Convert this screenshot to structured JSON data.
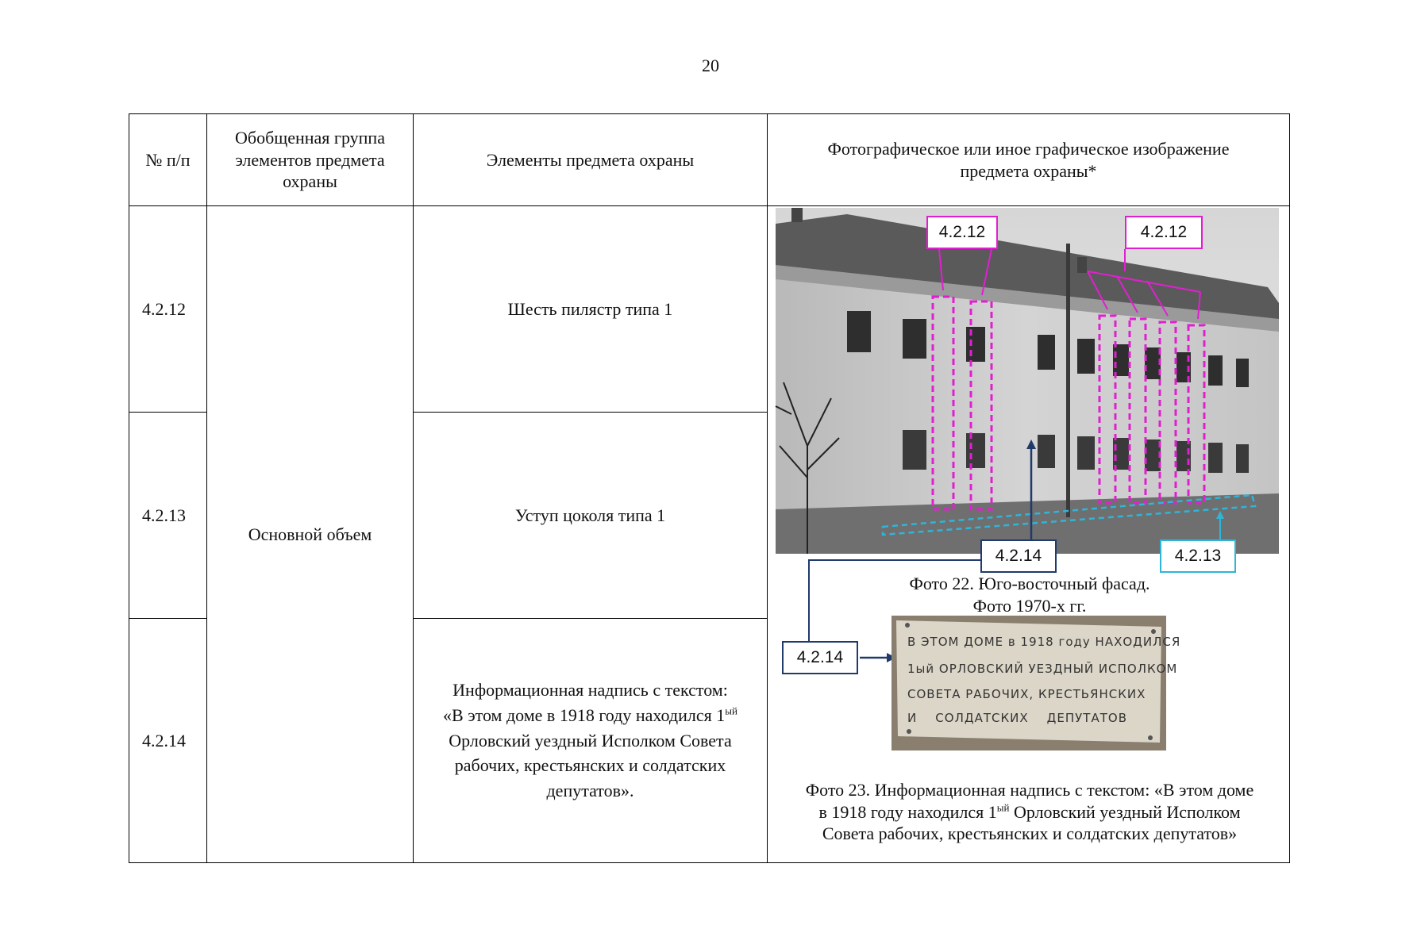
{
  "page_number": "20",
  "headers": {
    "num": "№ п/п",
    "group": "Обобщенная группа элементов предмета охраны",
    "elements": "Элементы предмета охраны",
    "image": "Фотографическое или иное графическое изображение предмета охраны*"
  },
  "group_value": "Основной объем",
  "rows": [
    {
      "num": "4.2.12",
      "element": "Шесть пилястр типа 1"
    },
    {
      "num": "4.2.13",
      "element": "Уступ цоколя типа 1"
    },
    {
      "num": "4.2.14",
      "element_lines": [
        "Информационная надпись с текстом:",
        "«В этом доме в 1918 году находился 1",
        "Орловский уездный Исполком Совета",
        "рабочих, крестьянских и солдатских",
        "депутатов»."
      ],
      "sup": "ый"
    }
  ],
  "photo22": {
    "callouts": {
      "c1": "4.2.12",
      "c2": "4.2.12",
      "c3": "4.2.14",
      "c4": "4.2.13"
    },
    "caption_line1": "Фото 22. Юго-восточный фасад.",
    "caption_line2": "Фото 1970-х гг."
  },
  "photo23": {
    "callout": "4.2.14",
    "plaque_lines": [
      "В ЭТОМ ДОМЕ в 1918 году НАХОДИЛСЯ",
      "1ый ОРЛОВСКИЙ УЕЗДНЫЙ ИСПОЛКОМ",
      "СОВЕТА РАБОЧИХ, КРЕСТЬЯНСКИХ",
      "И    СОЛДАТСКИХ    ДЕПУТАТОВ"
    ],
    "caption_line1": "Фото 23. Информационная надпись с текстом: «В этом доме",
    "caption_line2a": "в 1918 году находился 1",
    "caption_sup": "ый",
    "caption_line2b": " Орловский уездный Исполком",
    "caption_line3": "Совета рабочих, крестьянских и солдатских депутатов»"
  },
  "colors": {
    "magenta": "#e020d0",
    "navy": "#1f3a6b",
    "cyan": "#2fb5d8"
  }
}
